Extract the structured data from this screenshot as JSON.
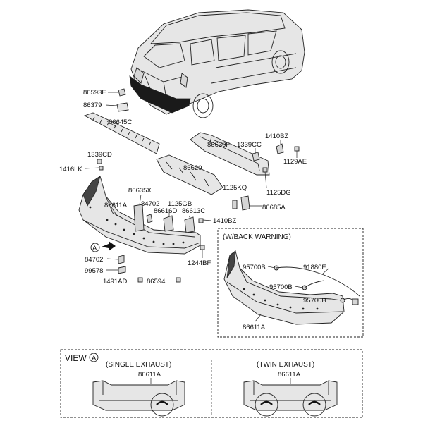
{
  "labels": {
    "l86593E": "86593E",
    "l86379": "86379",
    "l86645C": "86645C",
    "l86630F": "86630F",
    "l1339CC": "1339CC",
    "l1410BZ_top": "1410BZ",
    "l1129AE": "1129AE",
    "l1339CD": "1339CD",
    "l1416LK": "1416LK",
    "l86620": "86620",
    "l1125KQ": "1125KQ",
    "l1125DG": "1125DG",
    "l86685A": "86685A",
    "l86635X": "86635X",
    "l86611A_main": "86611A",
    "l84702_top": "84702",
    "l1125GB": "1125GB",
    "l86616D": "86616D",
    "l86613C": "86613C",
    "l1410BZ_mid": "1410BZ",
    "l84702_low": "84702",
    "l99578": "99578",
    "l1491AD": "1491AD",
    "l86594": "86594",
    "l1244BF": "1244BF",
    "arrowA": "A"
  },
  "back_warning": {
    "title": "(W/BACK WARNING)",
    "l95700B_1": "95700B",
    "l91880E": "91880E",
    "l95700B_2": "95700B",
    "l95700B_3": "95700B",
    "l86611A": "86611A"
  },
  "view_panel": {
    "title": "VIEW",
    "marker": "A",
    "single_title": "(SINGLE EXHAUST)",
    "single_part": "86611A",
    "twin_title": "(TWIN EXHAUST)",
    "twin_part": "86611A"
  }
}
